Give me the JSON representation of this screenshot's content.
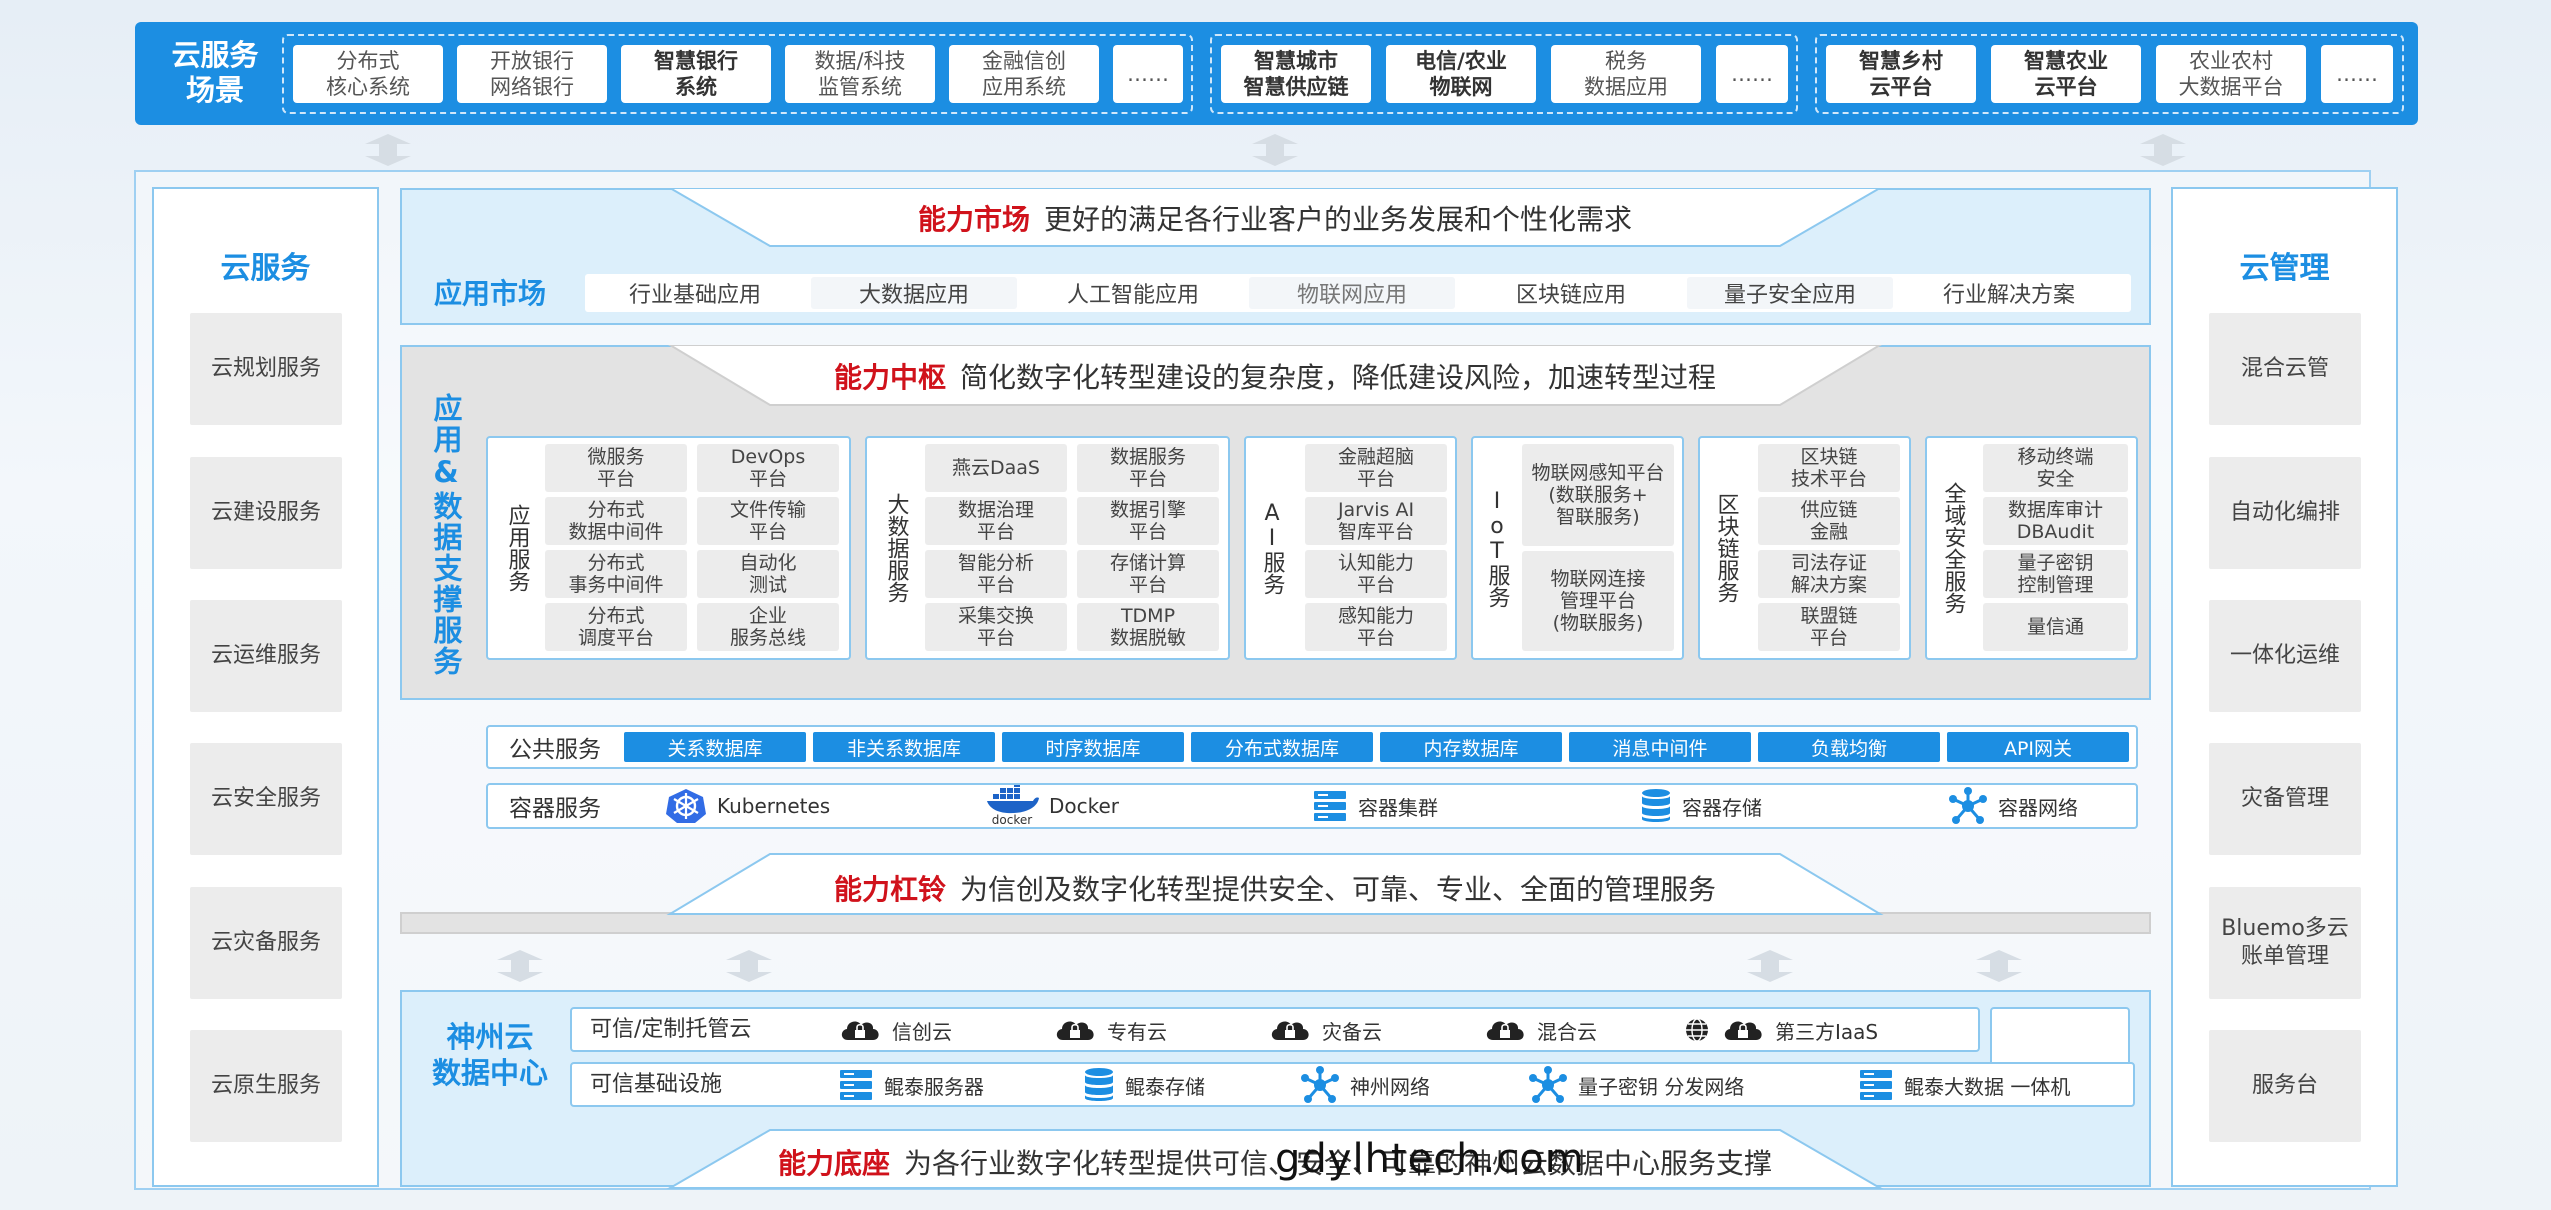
{
  "top": {
    "title": "云服务\n场景",
    "groups": [
      {
        "items": [
          {
            "label": "分布式\n核心系统",
            "bold": false
          },
          {
            "label": "开放银行\n网络银行",
            "bold": false
          },
          {
            "label": "智慧银行\n系统",
            "bold": true
          },
          {
            "label": "数据/科技\n监管系统",
            "bold": false
          },
          {
            "label": "金融信创\n应用系统",
            "bold": false
          },
          {
            "label": "……",
            "bold": false
          }
        ]
      },
      {
        "items": [
          {
            "label": "智慧城市\n智慧供应链",
            "bold": true
          },
          {
            "label": "电信/农业\n物联网",
            "bold": true
          },
          {
            "label": "税务\n数据应用",
            "bold": false
          },
          {
            "label": "……",
            "bold": false
          }
        ]
      },
      {
        "items": [
          {
            "label": "智慧乡村\n云平台",
            "bold": true
          },
          {
            "label": "智慧农业\n云平台",
            "bold": true
          },
          {
            "label": "农业农村\n大数据平台",
            "bold": false
          },
          {
            "label": "……",
            "bold": false
          }
        ]
      }
    ]
  },
  "left": {
    "title": "云服务",
    "items": [
      "云规划服务",
      "云建设服务",
      "云运维服务",
      "云安全服务",
      "云灾备服务",
      "云原生服务"
    ]
  },
  "right": {
    "title": "云管理",
    "items": [
      "混合云管",
      "自动化编排",
      "一体化运维",
      "灾备管理",
      "Bluemo多云\n账单管理",
      "服务台"
    ]
  },
  "market": {
    "banner_red": "能力市场",
    "banner_text": "更好的满足各行业客户的业务发展和个性化需求",
    "title": "应用市场",
    "items": [
      "行业基础应用",
      "大数据应用",
      "人工智能应用",
      "物联网应用",
      "区块链应用",
      "量子安全应用",
      "行业解决方案"
    ]
  },
  "hub": {
    "banner_red": "能力中枢",
    "banner_text": "简化数字化转型建设的复杂度，降低建设风险，加速转型过程",
    "vertical_title": "应用&数据支撑服务",
    "groups": [
      {
        "label": "应用服务",
        "cols": 2,
        "cells": [
          "微服务\n平台",
          "DevOps\n平台",
          "分布式\n数据中间件",
          "文件传输\n平台",
          "分布式\n事务中间件",
          "自动化\n测试",
          "分布式\n调度平台",
          "企业\n服务总线"
        ]
      },
      {
        "label": "大数据服务",
        "cols": 2,
        "cells": [
          "燕云DaaS",
          "数据服务\n平台",
          "数据治理\n平台",
          "数据引擎\n平台",
          "智能分析\n平台",
          "存储计算\n平台",
          "采集交换\n平台",
          "TDMP\n数据脱敏"
        ]
      },
      {
        "label": "AI服务",
        "cols": 1,
        "cells": [
          "金融超脑\n平台",
          "Jarvis AI\n智库平台",
          "认知能力\n平台",
          "感知能力\n平台"
        ]
      },
      {
        "label": "IoT服务",
        "cols": 1,
        "cells": [
          "物联网感知平台\n(数联服务+\n智联服务)",
          "物联网连接\n管理平台\n(物联服务)"
        ]
      },
      {
        "label": "区块链服务",
        "cols": 1,
        "cells": [
          "区块链\n技术平台",
          "供应链\n金融",
          "司法存证\n解决方案",
          "联盟链\n平台"
        ]
      },
      {
        "label": "全域安全服务",
        "cols": 1,
        "cells": [
          "移动终端\n安全",
          "数据库审计\nDBAudit",
          "量子密钥\n控制管理",
          "量信通"
        ]
      }
    ]
  },
  "public": {
    "label": "公共服务",
    "items": [
      "关系数据库",
      "非关系数据库",
      "时序数据库",
      "分布式数据库",
      "内存数据库",
      "消息中间件",
      "负载均衡",
      "API网关"
    ]
  },
  "container": {
    "label": "容器服务",
    "items": [
      {
        "label": "Kubernetes",
        "icon": "kubernetes-icon"
      },
      {
        "label": "Docker",
        "icon": "docker-icon"
      },
      {
        "label": "容器集群",
        "icon": "server-icon"
      },
      {
        "label": "容器存储",
        "icon": "database-icon"
      },
      {
        "label": "容器网络",
        "icon": "network-icon"
      }
    ],
    "docker_logo_text": "docker"
  },
  "lever": {
    "banner_red": "能力杠铃",
    "banner_text": "为信创及数字化转型提供安全、可靠、专业、全面的管理服务"
  },
  "dc": {
    "title": "神州云\n数据中心",
    "row1_label": "可信/定制托管云",
    "row1_items": [
      "信创云",
      "专有云",
      "灾备云",
      "混合云",
      "第三方IaaS"
    ],
    "row2_label": "可信基础设施",
    "row2_items": [
      {
        "label": "鲲泰服务器",
        "icon": "server-icon"
      },
      {
        "label": "鲲泰存储",
        "icon": "database-icon"
      },
      {
        "label": "神州网络",
        "icon": "network-icon"
      },
      {
        "label": "量子密钥 分发网络",
        "icon": "network-icon"
      },
      {
        "label": "鲲泰大数据 一体机",
        "icon": "server-icon"
      }
    ]
  },
  "base": {
    "banner_red": "能力底座",
    "banner_text": "为各行业数字化转型提供可信、安全、可靠的神州云数据中心服务支撑"
  },
  "watermark": "gdylhtech.com",
  "colors": {
    "primary": "#1c8ee2",
    "accent": "#d0121b",
    "border": "#8cc8ef"
  }
}
